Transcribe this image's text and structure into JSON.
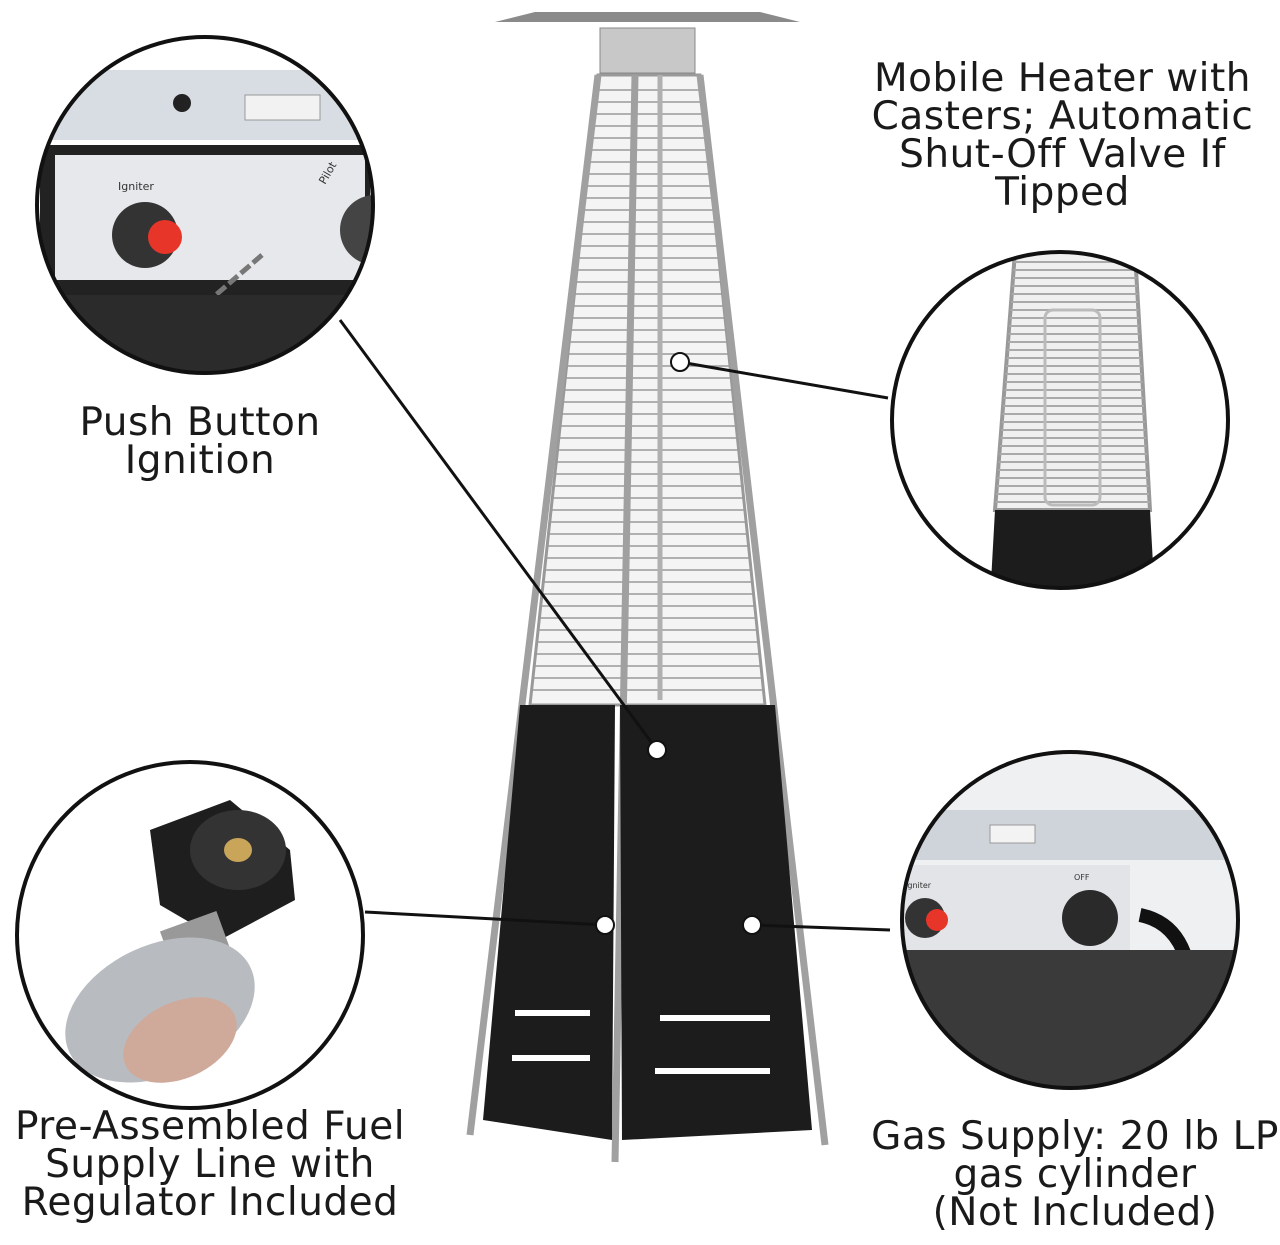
{
  "callouts": {
    "top_right": {
      "lines": [
        "Mobile Heater with",
        "Casters; Automatic",
        "Shut-Off Valve If",
        "Tipped"
      ]
    },
    "top_left": {
      "lines": [
        "Push Button",
        "Ignition"
      ]
    },
    "bottom_left": {
      "lines": [
        "Pre-Assembled Fuel",
        "Supply Line with",
        "Regulator Included"
      ]
    },
    "bottom_right": {
      "lines": [
        "Gas Supply: 20 lb LP",
        "gas cylinder",
        "(Not Included)"
      ]
    }
  },
  "panel_labels": {
    "igniter": "Igniter",
    "pilot": "Pilot",
    "off": "OFF"
  },
  "colors": {
    "frame": "#9a9a9a",
    "base": "#1c1c1c",
    "ignite_button": "#e8352a"
  }
}
